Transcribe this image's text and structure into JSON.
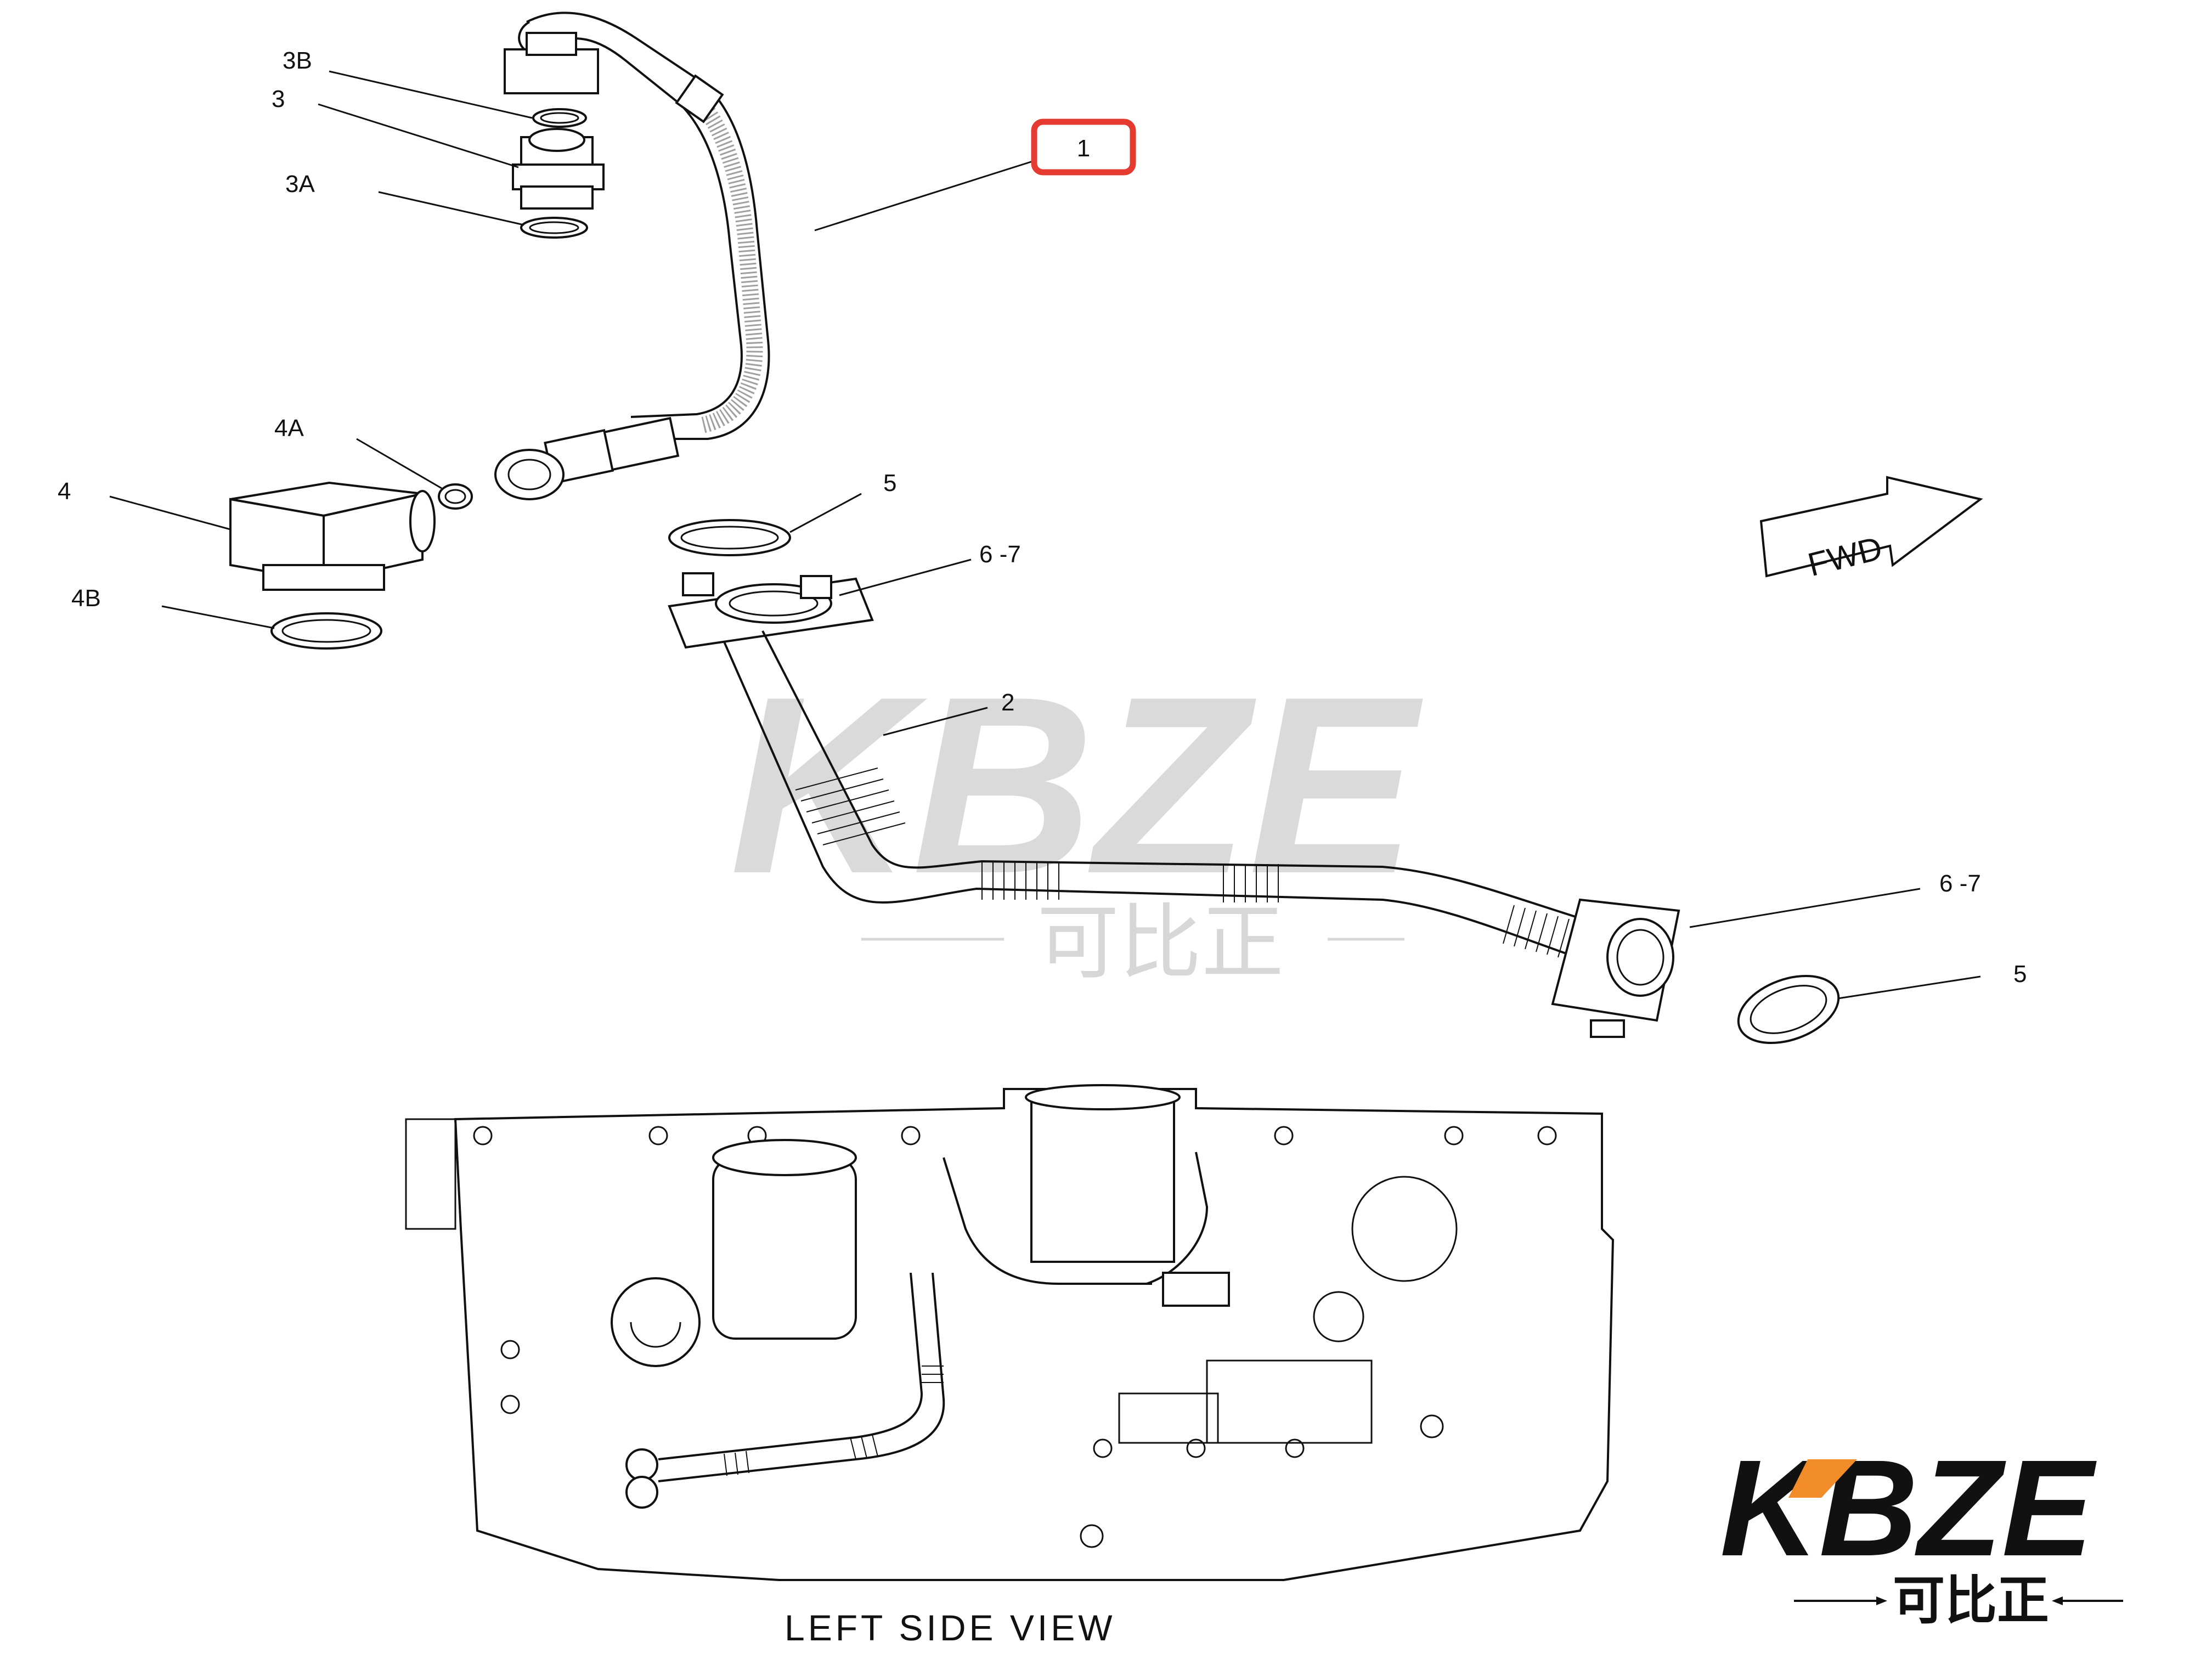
{
  "diagram": {
    "callouts": {
      "c1": "1",
      "c2": "2",
      "c3": "3",
      "c3a": "3A",
      "c3b": "3B",
      "c4": "4",
      "c4a": "4A",
      "c4b": "4B",
      "c5_upper": "5",
      "c5_lower": "5",
      "c67_upper": "6 -7",
      "c67_lower": "6 -7"
    },
    "direction_arrow": "FWD",
    "view_title": "LEFT SIDE VIEW",
    "highlight_color": "#e53a2f"
  },
  "watermark": {
    "text": "KBZE",
    "subtext": "可比正"
  },
  "logo": {
    "text": "KBZE",
    "subtext": "可比正",
    "accent_color": "#f28c28"
  }
}
